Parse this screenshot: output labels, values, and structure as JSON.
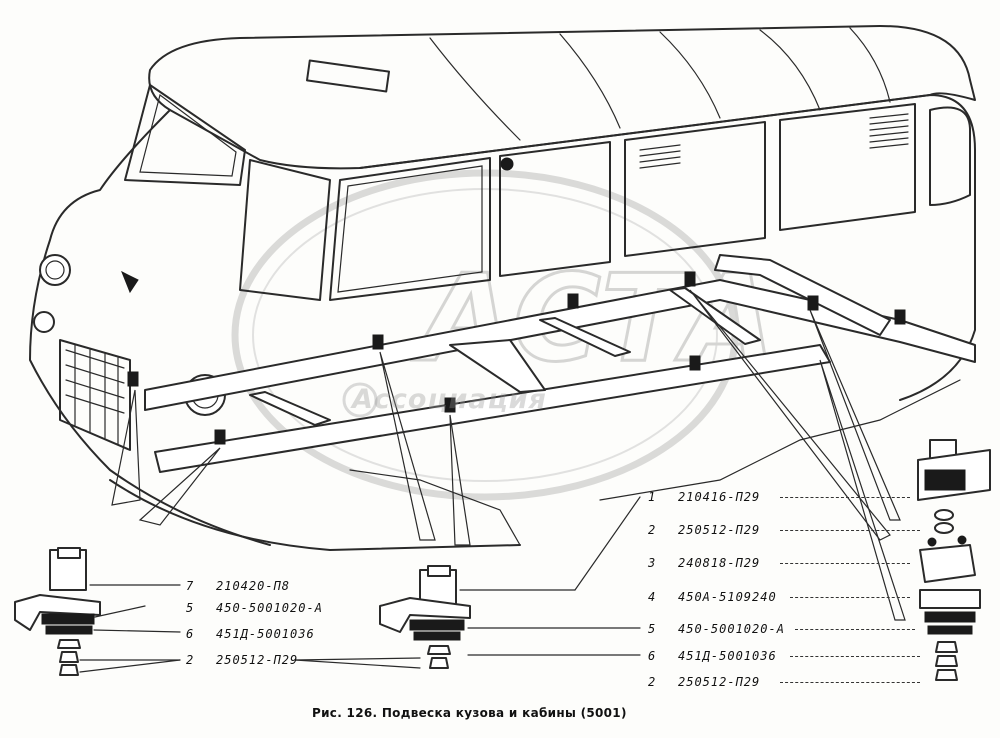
{
  "figure": {
    "caption": "Рис. 126. Подвеска кузова и кабины (5001)"
  },
  "watermark": {
    "logo_text": "АСТА",
    "sub_text": "Ассоциация"
  },
  "assemblies": {
    "left": [
      {
        "num": "7",
        "code": "210420-П8"
      },
      {
        "num": "5",
        "code": "450-5001020-А"
      },
      {
        "num": "6",
        "code": "451Д-5001036"
      },
      {
        "num": "2",
        "code": "250512-П29"
      }
    ],
    "right": [
      {
        "num": "1",
        "code": "210416-П29"
      },
      {
        "num": "2",
        "code": "250512-П29"
      },
      {
        "num": "3",
        "code": "240818-П29"
      },
      {
        "num": "4",
        "code": "450А-5109240"
      },
      {
        "num": "5",
        "code": "450-5001020-А"
      },
      {
        "num": "6",
        "code": "451Д-5001036"
      },
      {
        "num": "2",
        "code": "250512-П29"
      }
    ]
  }
}
